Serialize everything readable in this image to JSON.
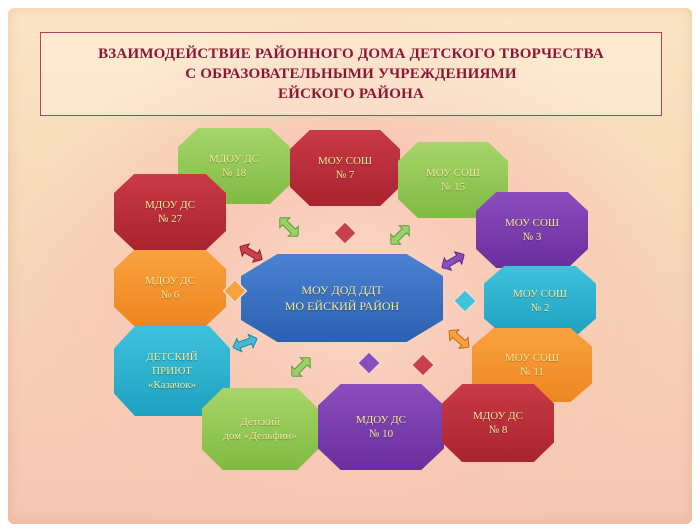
{
  "title": {
    "line1": "ВЗАИМОДЕЙСТВИЕ РАЙОННОГО ДОМА ДЕТСКОГО ТВОРЧЕСТВА",
    "line2": "С   ОБРАЗОВАТЕЛЬНЫМИ УЧРЕЖДЕНИЯМИ",
    "line3": "ЕЙСКОГО РАЙОНА"
  },
  "center": {
    "line1": "МОУ ДОД ДДТ",
    "line2": "МО ЕЙСКИЙ РАЙОН"
  },
  "nodes": {
    "mdou18": {
      "line1": "МДОУ ДС",
      "line2": "№ 18"
    },
    "mou7": {
      "line1": "МОУ СОШ",
      "line2": "№ 7"
    },
    "mou15": {
      "line1": "МОУ СОШ",
      "line2": "№  15"
    },
    "mdou27": {
      "line1": "МДОУ ДС",
      "line2": "№ 27"
    },
    "mou3": {
      "line1": "МОУ СОШ",
      "line2": "№ 3"
    },
    "mdou6": {
      "line1": "МДОУ ДС",
      "line2": "№ 6"
    },
    "mou2": {
      "line1": "МОУ СОШ",
      "line2": "№  2"
    },
    "priyut": {
      "line1": "ДЕТСКИЙ",
      "line2": "ПРИЮТ",
      "line3": "«Казачок»"
    },
    "mou11": {
      "line1": "МОУ СОШ",
      "line2": "№ 11"
    },
    "dom": {
      "line1": "Детский",
      "line2": "дом «Дельфин»"
    },
    "mdou10": {
      "line1": "МДОУ ДС",
      "line2": "№ 10"
    },
    "mdou8": {
      "line1": "МДОУ ДС",
      "line2": "№ 8"
    }
  },
  "colors": {
    "green": "#7fba43",
    "red": "#a9232f",
    "purple": "#6a2f9c",
    "cyan": "#1ea1c0",
    "orange": "#ee8620",
    "blue": "#2c60b0",
    "title_text": "#8a1633",
    "node_text": "#f4ec9a"
  }
}
